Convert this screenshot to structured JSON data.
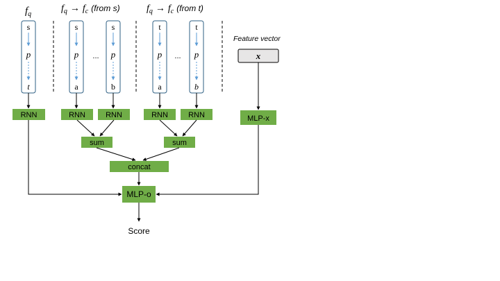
{
  "headers": {
    "fq": "f",
    "fq_sub": "q",
    "arrow": "→",
    "fc": "f",
    "fc_sub": "c",
    "from_s": "(from s)",
    "from_t": "(from t)",
    "feature_vector": "Feature vector"
  },
  "paths": {
    "p1": [
      "s",
      "p",
      "t"
    ],
    "p2": [
      "s",
      "p",
      "a"
    ],
    "p3": [
      "s",
      "p",
      "b"
    ],
    "p4": [
      "t",
      "p",
      "a"
    ],
    "p5": [
      "t",
      "p",
      "b"
    ]
  },
  "ellipsis": "...",
  "x_label": "x",
  "nodes": {
    "rnn": "RNN",
    "sum": "sum",
    "concat": "concat",
    "mlp_o": "MLP-o",
    "mlp_x": "MLP-x"
  },
  "score": "Score",
  "colors": {
    "green": "#70ad47",
    "box_border": "#2e5f83",
    "dash_arrow": "#5b9bd5"
  }
}
